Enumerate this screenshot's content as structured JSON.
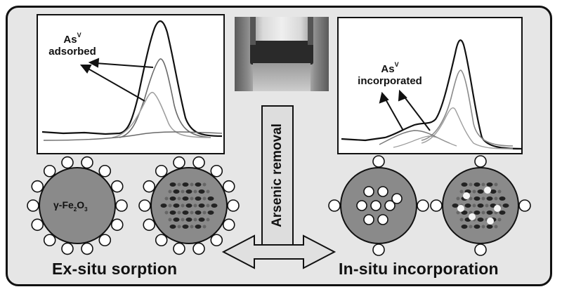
{
  "left_panel": {
    "annotation_main": "As",
    "annotation_sup": "V",
    "annotation_sub": "adsorbed"
  },
  "right_panel": {
    "annotation_main": "As",
    "annotation_sup": "V",
    "annotation_sub": "incorporated"
  },
  "center": {
    "vertical_label": "Arsenic removal"
  },
  "particle": {
    "label_main": "γ-Fe",
    "label_sub1": "2",
    "label_mid": "O",
    "label_sub2": "3"
  },
  "captions": {
    "left": "Ex-situ sorption",
    "right": "In-situ incorporation"
  },
  "colors": {
    "sphere_fill": "#8a8a8a",
    "frame_bg": "#e6e6e6",
    "arrow_fill": "#e0e0e0"
  }
}
